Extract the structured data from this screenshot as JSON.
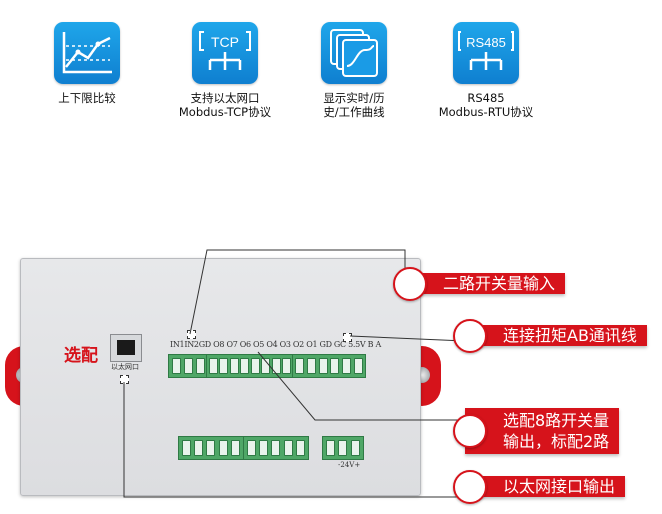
{
  "features": [
    {
      "icon": "trend-chart-icon",
      "lines": [
        "上下限比较"
      ]
    },
    {
      "icon": "tcp-network-icon",
      "badge": "TCP",
      "lines": [
        "支持以太网口",
        "Mobdus-TCP协议"
      ]
    },
    {
      "icon": "history-curve-icon",
      "lines": [
        "显示实时/历",
        "史/工作曲线"
      ]
    },
    {
      "icon": "rs485-network-icon",
      "badge": "RS485",
      "lines": [
        "RS485",
        "Modbus-RTU协议"
      ]
    }
  ],
  "device": {
    "select_label": "选配",
    "ethernet_label": "以太网口",
    "pin_labels": "IN1IN2GD O8 O7 O6 O5 O4 O3 O2 O1 GD GC 5.5V B  A",
    "power_label": "-24V+"
  },
  "callouts": [
    {
      "name": "switch-input-callout",
      "lines": [
        "二路开关量输入"
      ]
    },
    {
      "name": "torque-wiring-callout",
      "lines": [
        "连接扭矩AB通讯线"
      ]
    },
    {
      "name": "switch-output-callout",
      "lines": [
        "选配8路开关量",
        "输出，标配2路"
      ]
    },
    {
      "name": "ethernet-output-callout",
      "lines": [
        "以太网接口输出"
      ]
    }
  ],
  "colors": {
    "accent": "#d6131b",
    "icon_blue": "#1493e0",
    "terminal_green": "#4fa767"
  }
}
